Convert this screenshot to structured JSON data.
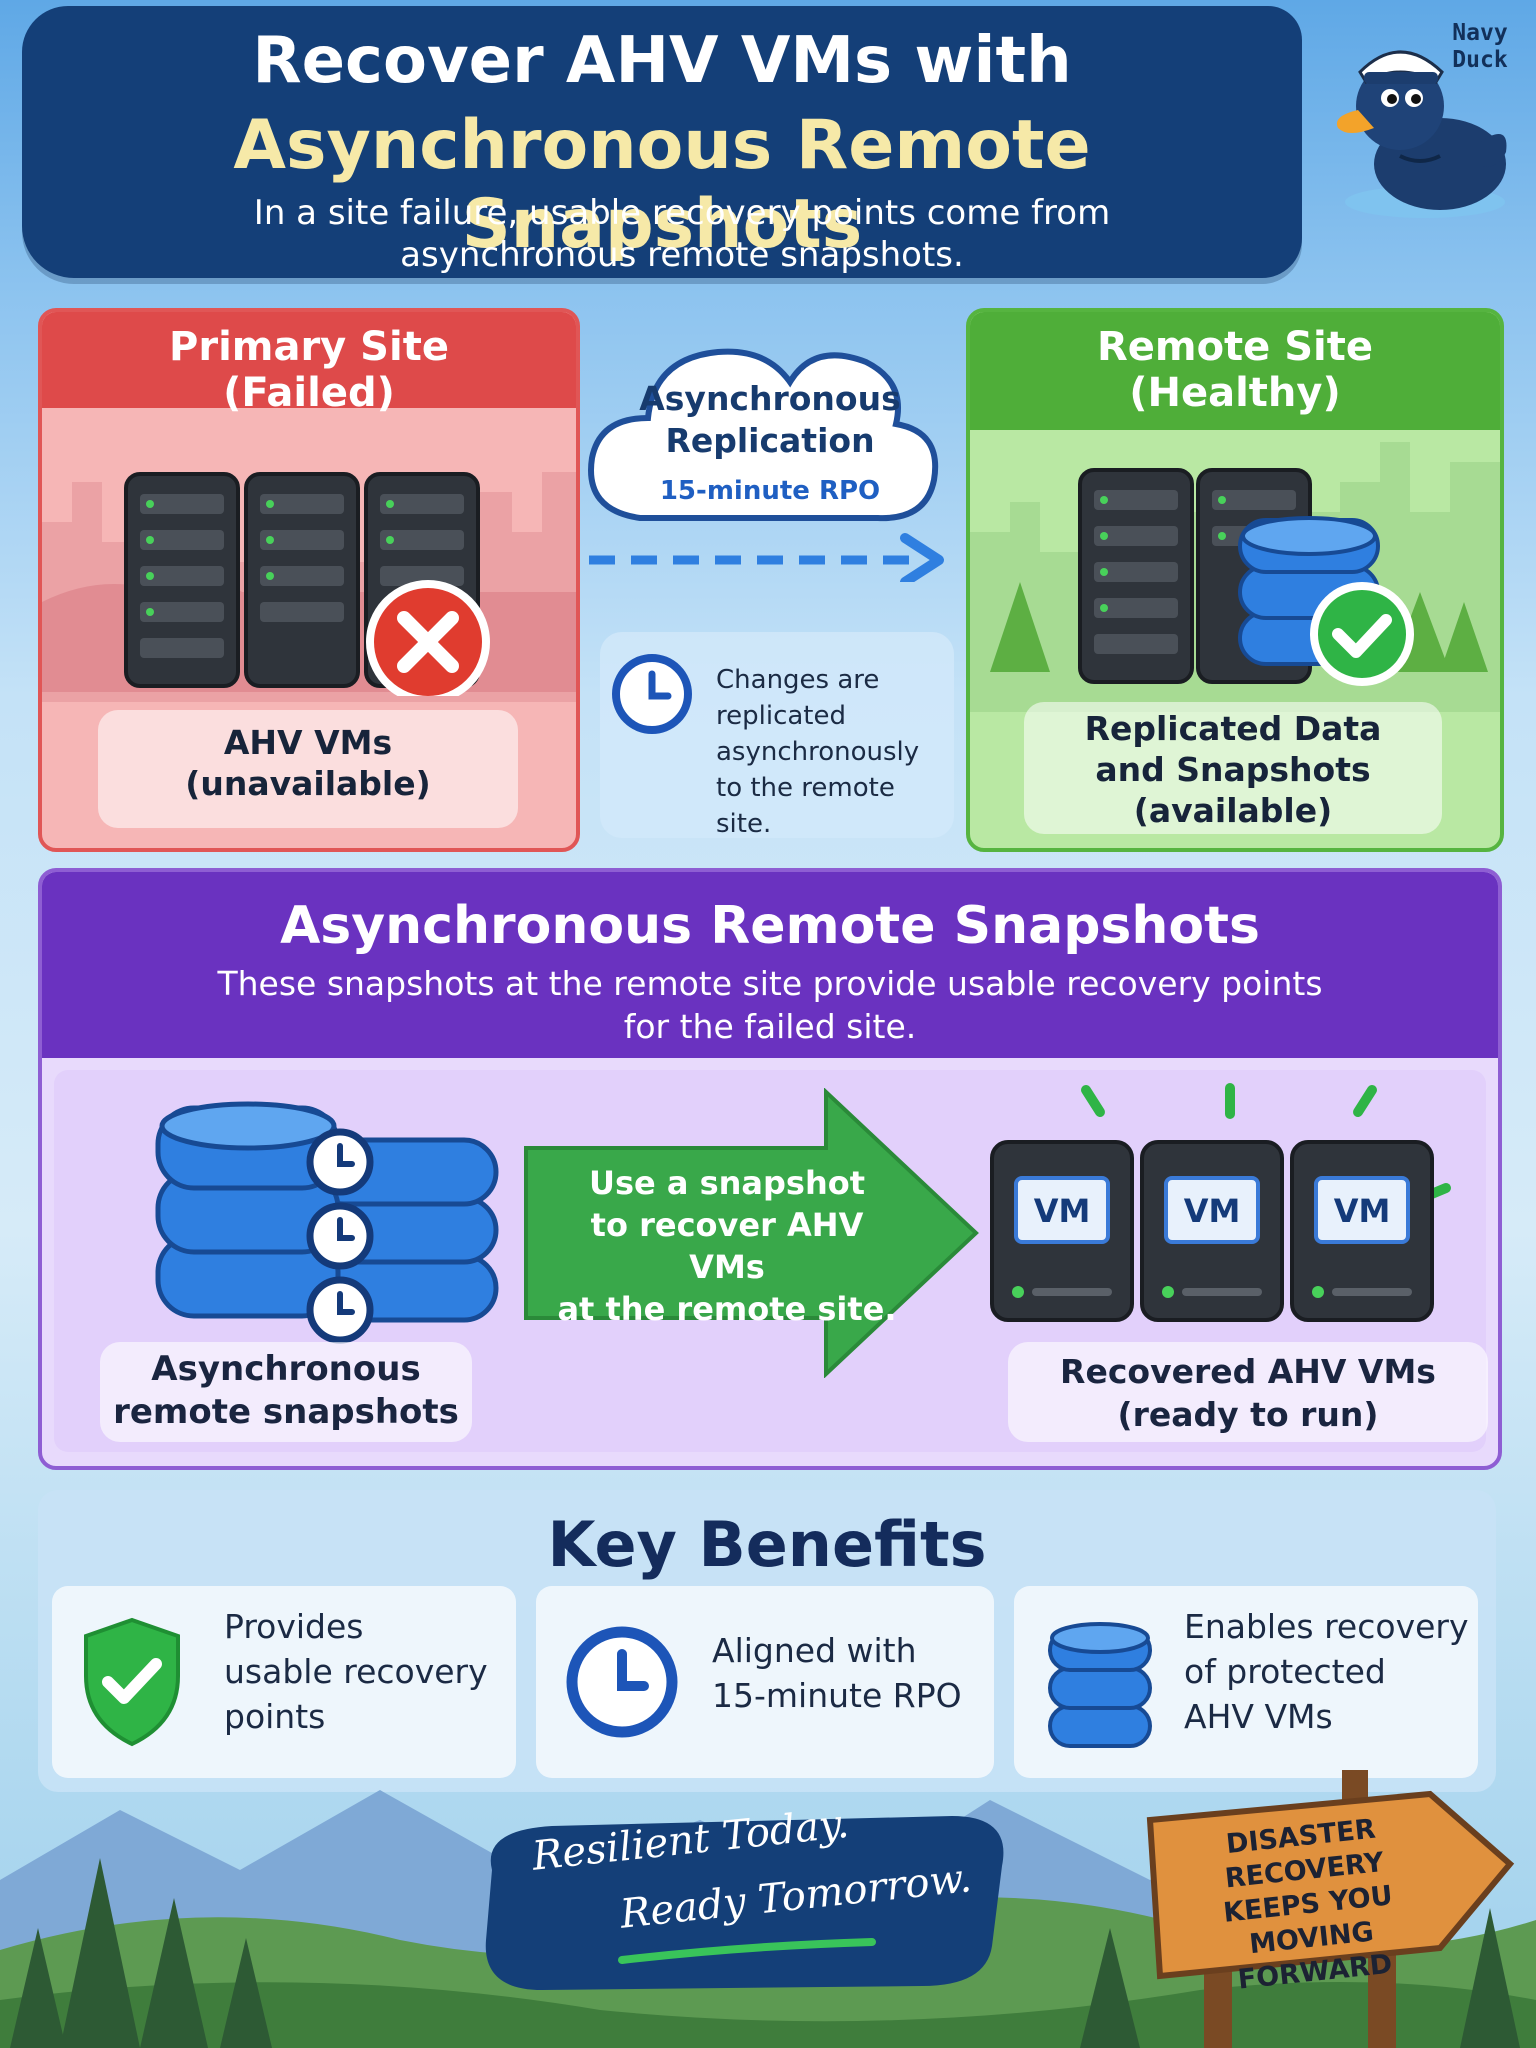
{
  "header": {
    "title_line1": "Recover AHV VMs with",
    "title_line2": "Asynchronous Remote Snapshots",
    "subtitle": "In a site failure, usable recovery points come from asynchronous remote snapshots."
  },
  "mascot": {
    "label_line1": "Navy",
    "label_line2": "Duck"
  },
  "primary_site": {
    "title_line1": "Primary Site",
    "title_line2": "(Failed)",
    "label_line1": "AHV VMs",
    "label_line2": "(unavailable)"
  },
  "replication": {
    "title_line1": "Asynchronous",
    "title_line2": "Replication",
    "rpo": "15-minute RPO",
    "note_lines": [
      "Changes are",
      "replicated",
      "asynchronously",
      "to the remote site."
    ]
  },
  "remote_site": {
    "title_line1": "Remote Site",
    "title_line2": "(Healthy)",
    "label_lines": [
      "Replicated Data",
      "and Snapshots",
      "(available)"
    ]
  },
  "snapshots": {
    "title": "Asynchronous Remote Snapshots",
    "desc_line1": "These snapshots at the remote site provide usable recovery points",
    "desc_line2": "for the failed site.",
    "left_label_line1": "Asynchronous",
    "left_label_line2": "remote snapshots",
    "arrow_lines": [
      "Use a snapshot",
      "to recover AHV VMs",
      "at the remote site."
    ],
    "vm_tag": "VM",
    "right_label_line1": "Recovered AHV VMs",
    "right_label_line2": "(ready to run)"
  },
  "benefits": {
    "title": "Key Benefits",
    "items": [
      {
        "lines": [
          "Provides",
          "usable recovery",
          "points"
        ],
        "icon": "shield-check-icon"
      },
      {
        "lines": [
          "Aligned with",
          "15-minute RPO"
        ],
        "icon": "clock-icon"
      },
      {
        "lines": [
          "Enables recovery",
          "of protected",
          "AHV VMs"
        ],
        "icon": "database-icon"
      }
    ]
  },
  "footer": {
    "slogan_line1": "Resilient Today.",
    "slogan_line2": "Ready Tomorrow.",
    "sign_lines": [
      "DISASTER RECOVERY",
      "KEEPS YOU MOVING",
      "FORWARD"
    ]
  },
  "colors": {
    "navy": "#143f78",
    "red": "#de4a4a",
    "green": "#4fae39",
    "purple": "#6a32c0",
    "blue": "#2f7fe0",
    "gold": "#f6e9a8"
  }
}
